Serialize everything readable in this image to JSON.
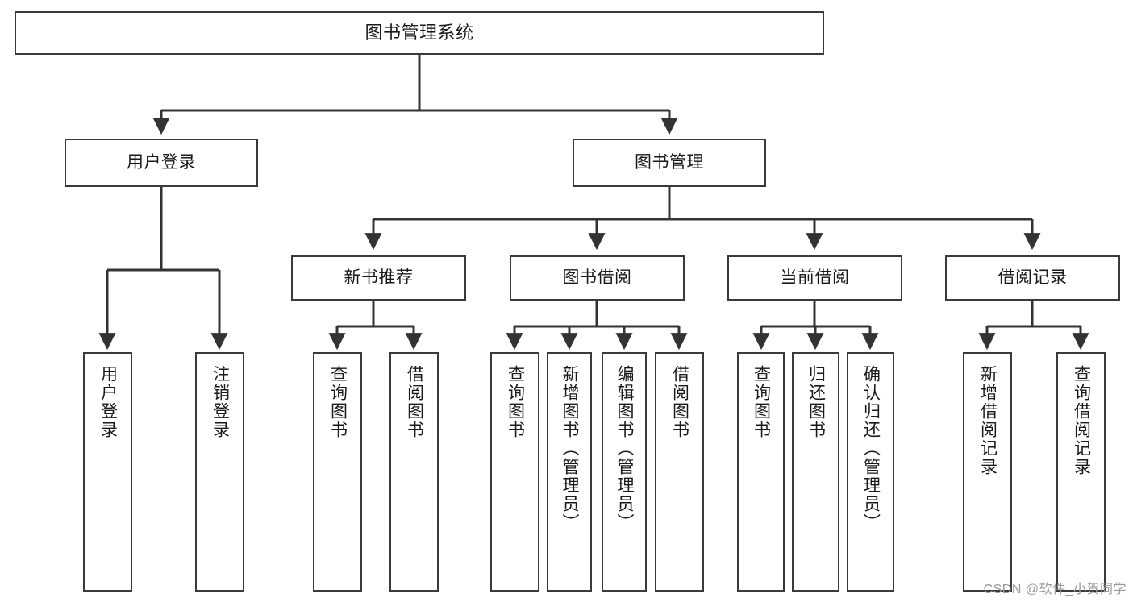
{
  "diagram": {
    "title": "图书管理系统",
    "type": "hierarchy-tree",
    "watermark": "CSDN @软件_小贺同学",
    "colors": {
      "box_border": "#3a3a3a",
      "box_fill": "#ffffff",
      "connector": "#333333",
      "text": "#1a1a1a",
      "watermark": "#9a9a9a"
    },
    "nodes": {
      "root": {
        "label": "图书管理系统"
      },
      "level1": [
        {
          "id": "user-login",
          "label": "用户登录"
        },
        {
          "id": "book-manage",
          "label": "图书管理"
        }
      ],
      "level2": [
        {
          "id": "new-book-recommend",
          "label": "新书推荐"
        },
        {
          "id": "book-borrow",
          "label": "图书借阅"
        },
        {
          "id": "current-borrow",
          "label": "当前借阅"
        },
        {
          "id": "borrow-record",
          "label": "借阅记录"
        }
      ],
      "leaves": {
        "user_login": [
          {
            "id": "leaf-user-login",
            "label": "用户登录"
          },
          {
            "id": "leaf-logout-login",
            "label": "注销登录"
          }
        ],
        "new_book_recommend": [
          {
            "id": "leaf-query-book-1",
            "label": "查询图书"
          },
          {
            "id": "leaf-borrow-book-1",
            "label": "借阅图书"
          }
        ],
        "book_borrow": [
          {
            "id": "leaf-query-book-2",
            "label": "查询图书"
          },
          {
            "id": "leaf-add-book",
            "label": "新增图书（管理员）"
          },
          {
            "id": "leaf-edit-book",
            "label": "编辑图书（管理员）"
          },
          {
            "id": "leaf-borrow-book-2",
            "label": "借阅图书"
          }
        ],
        "current_borrow": [
          {
            "id": "leaf-query-book-3",
            "label": "查询图书"
          },
          {
            "id": "leaf-return-book",
            "label": "归还图书"
          },
          {
            "id": "leaf-confirm-return",
            "label": "确认归还（管理员）"
          }
        ],
        "borrow_record": [
          {
            "id": "leaf-add-record",
            "label": "新增借阅记录"
          },
          {
            "id": "leaf-query-record",
            "label": "查询借阅记录"
          }
        ]
      }
    }
  }
}
